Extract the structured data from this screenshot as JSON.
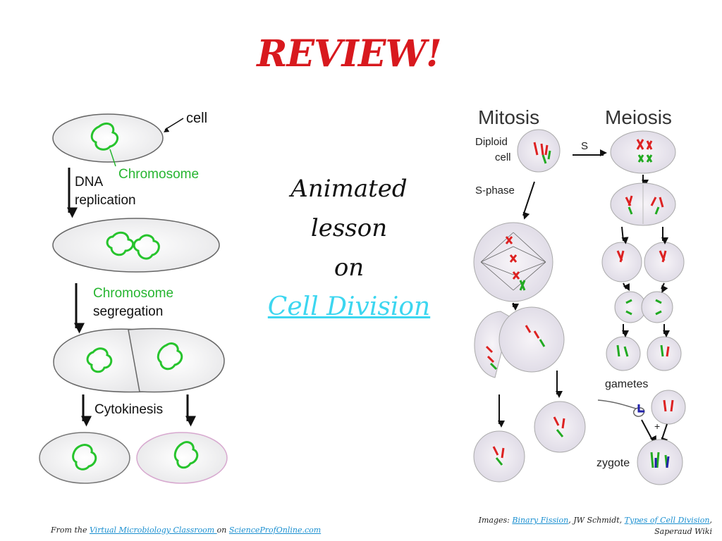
{
  "slide": {
    "title": "REVIEW!",
    "center": {
      "line1": "Animated",
      "line2": "lesson",
      "line3": "on",
      "link": "Cell Division"
    }
  },
  "binary_fission": {
    "cell_label": "cell",
    "chromosome_label": "Chromosome",
    "dna_line1": "DNA",
    "dna_line2": "replication",
    "seg_line1": "Chromosome",
    "seg_line2": "segregation",
    "cytokinesis": "Cytokinesis"
  },
  "cell_types": {
    "mitosis": "Mitosis",
    "meiosis": "Meiosis",
    "diploid1": "Diploid",
    "diploid2": "cell",
    "s": "S",
    "s_phase": "S-phase",
    "gametes": "gametes",
    "plus": "+",
    "zygote": "zygote"
  },
  "footer": {
    "left_prefix": "From the ",
    "left_link1": "Virtual Microbiology Classroom ",
    "left_mid": "on ",
    "left_link2": "ScienceProfOnline.com",
    "right_prefix": "Images: ",
    "right_link1": "Binary Fission",
    "right_mid": ", JW Schmidt, ",
    "right_link2": "Types of Cell Division",
    "right_end": ",",
    "right_line2": "Saperaud Wiki"
  },
  "colors": {
    "title": "#d8191e",
    "link": "#3cd6f0",
    "chromosome": "#27c42d",
    "label_green": "#27b531"
  }
}
